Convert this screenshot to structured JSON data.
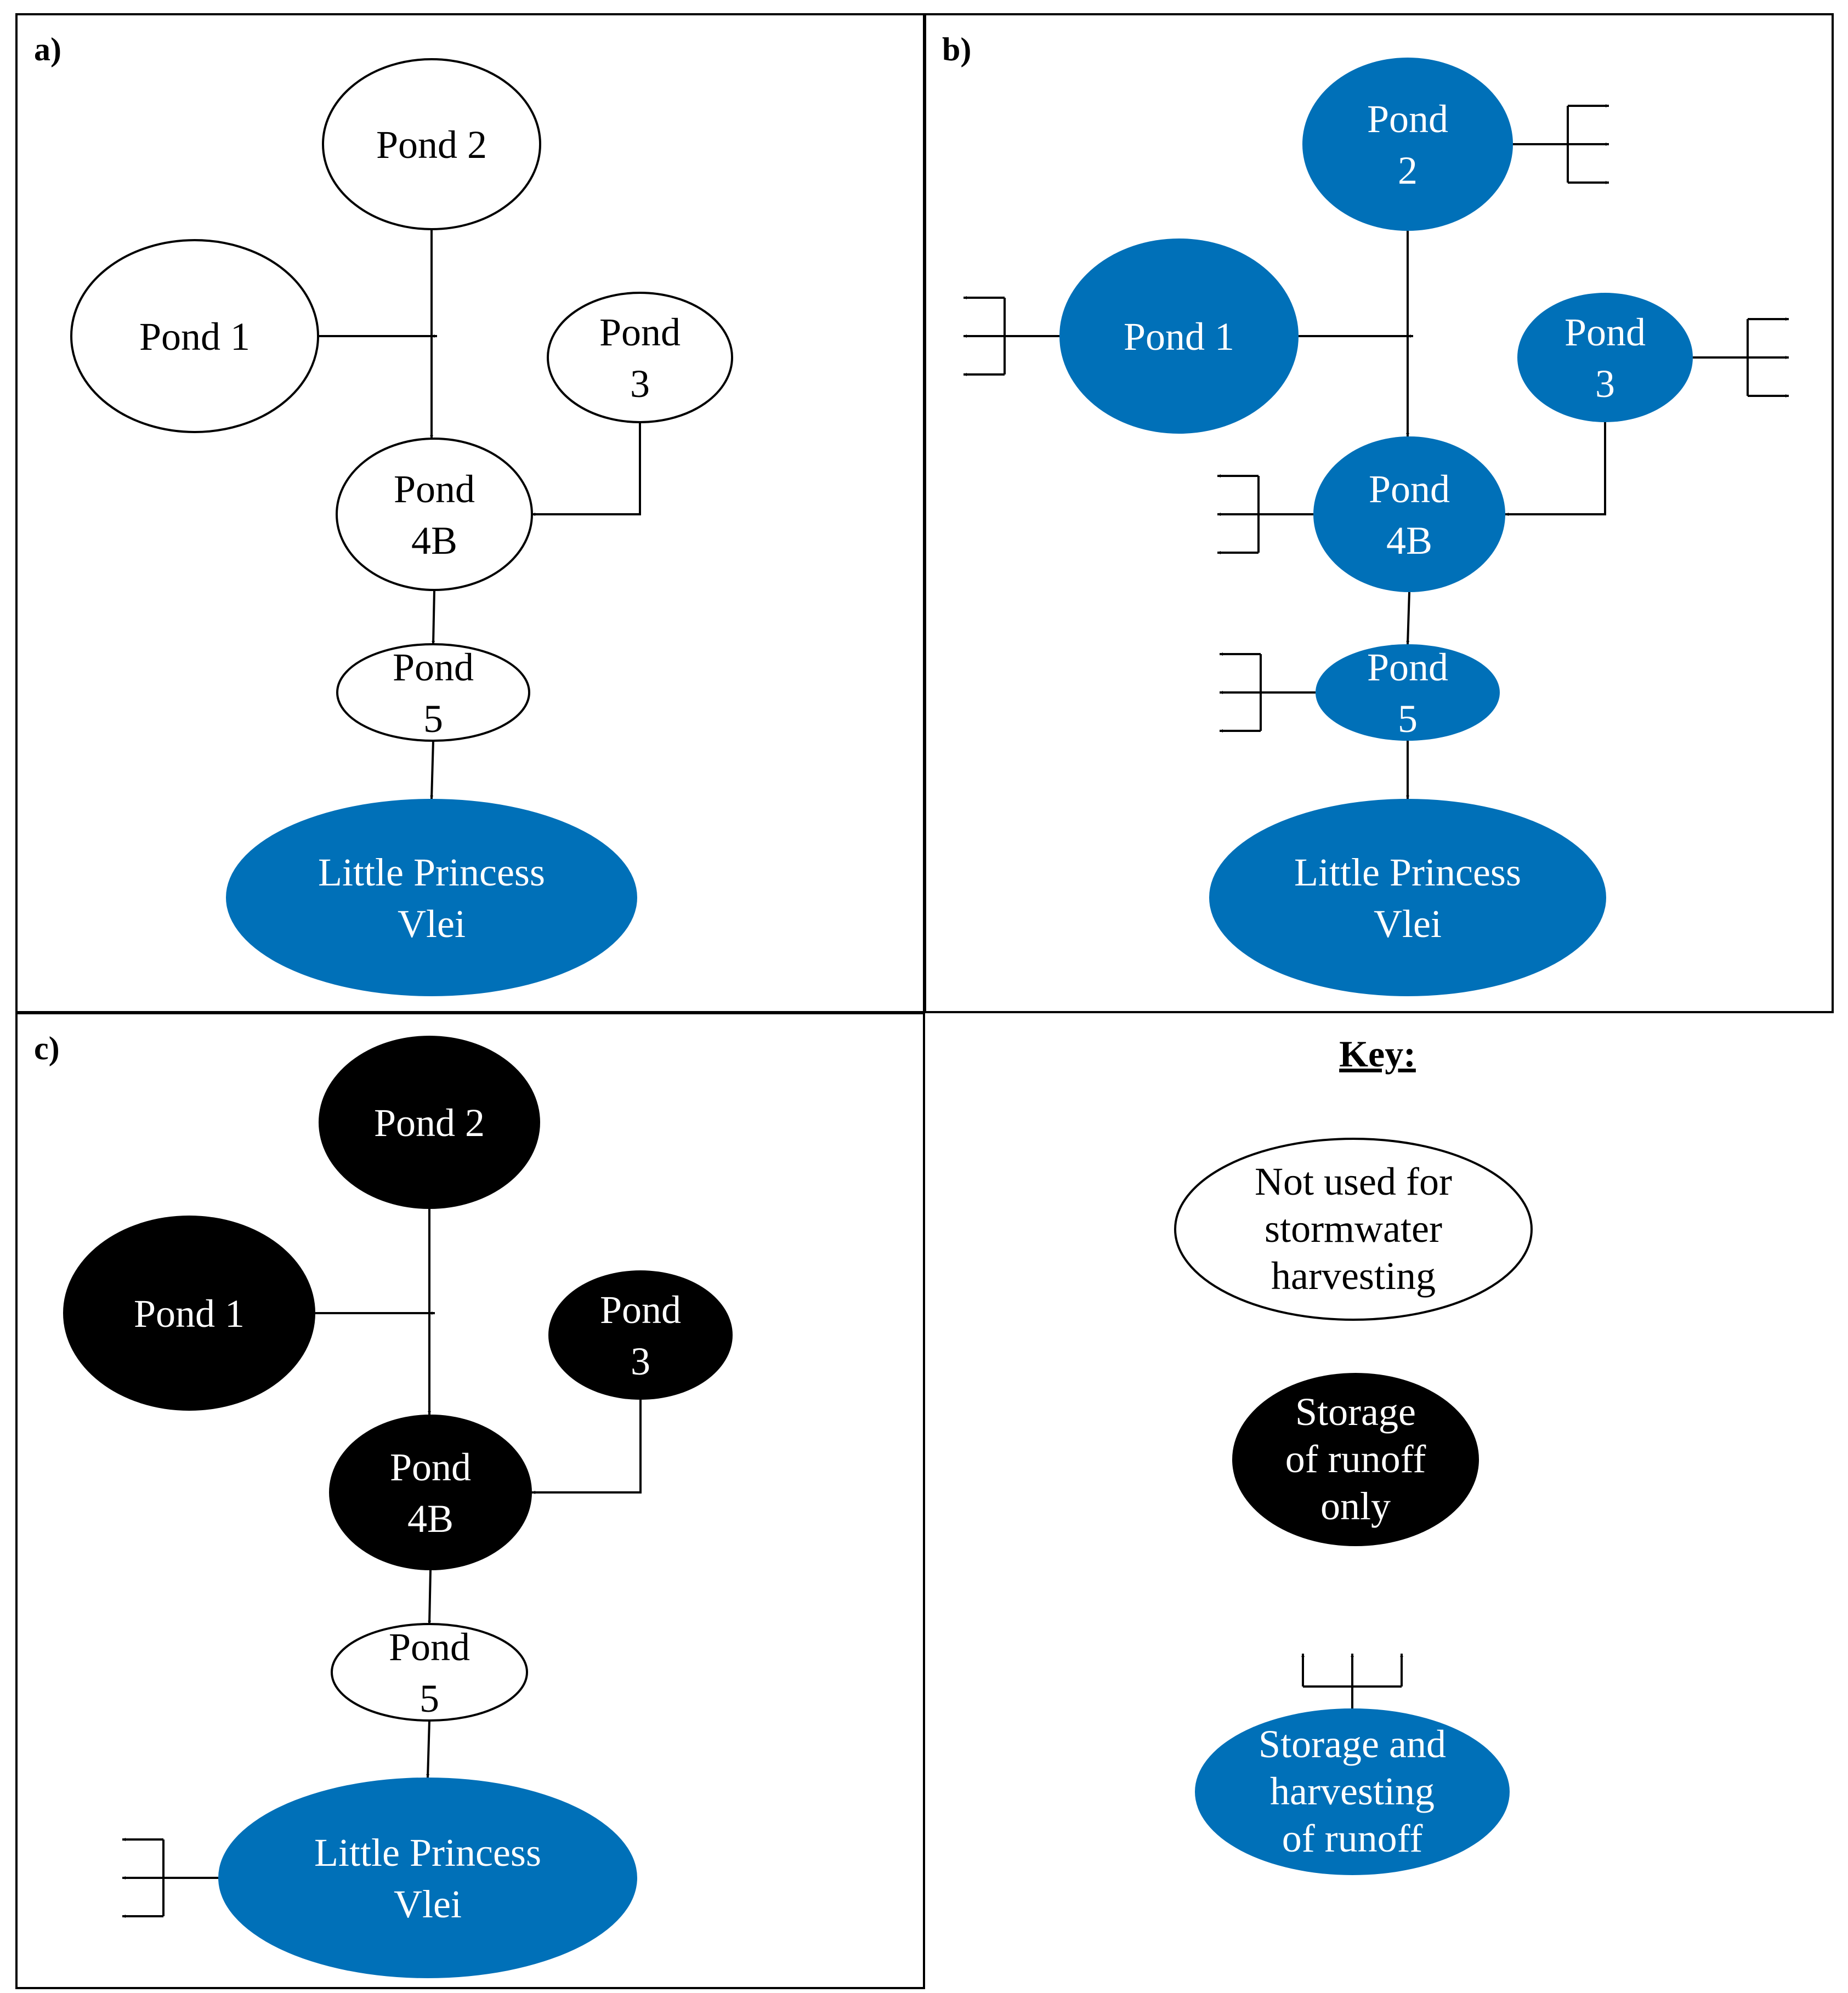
{
  "colors": {
    "white": "#ffffff",
    "black": "#000000",
    "blue": "#0070b8"
  },
  "panels": [
    {
      "label": "a)",
      "nodes": [
        {
          "id": "pond2",
          "lines": [
            "Pond 2"
          ],
          "fill": "white"
        },
        {
          "id": "pond1",
          "lines": [
            "Pond 1"
          ],
          "fill": "white"
        },
        {
          "id": "pond3",
          "lines": [
            "Pond",
            "3"
          ],
          "fill": "white"
        },
        {
          "id": "pond4b",
          "lines": [
            "Pond",
            "4B"
          ],
          "fill": "white"
        },
        {
          "id": "pond5",
          "lines": [
            "Pond",
            "5"
          ],
          "fill": "white"
        },
        {
          "id": "vlei",
          "lines": [
            "Little Princess",
            "Vlei"
          ],
          "fill": "blue"
        }
      ]
    },
    {
      "label": "b)",
      "nodes": [
        {
          "id": "pond2",
          "lines": [
            "Pond",
            "2"
          ],
          "fill": "blue",
          "harvest": "right"
        },
        {
          "id": "pond1",
          "lines": [
            "Pond 1"
          ],
          "fill": "blue",
          "harvest": "left"
        },
        {
          "id": "pond3",
          "lines": [
            "Pond",
            "3"
          ],
          "fill": "blue",
          "harvest": "right"
        },
        {
          "id": "pond4b",
          "lines": [
            "Pond",
            "4B"
          ],
          "fill": "blue",
          "harvest": "left"
        },
        {
          "id": "pond5",
          "lines": [
            "Pond",
            "5"
          ],
          "fill": "blue",
          "harvest": "left"
        },
        {
          "id": "vlei",
          "lines": [
            "Little Princess",
            "Vlei"
          ],
          "fill": "blue"
        }
      ]
    },
    {
      "label": "c)",
      "nodes": [
        {
          "id": "pond2",
          "lines": [
            "Pond 2"
          ],
          "fill": "black"
        },
        {
          "id": "pond1",
          "lines": [
            "Pond 1"
          ],
          "fill": "black"
        },
        {
          "id": "pond3",
          "lines": [
            "Pond",
            "3"
          ],
          "fill": "black"
        },
        {
          "id": "pond4b",
          "lines": [
            "Pond",
            "4B"
          ],
          "fill": "black"
        },
        {
          "id": "pond5",
          "lines": [
            "Pond",
            "5"
          ],
          "fill": "white"
        },
        {
          "id": "vlei",
          "lines": [
            "Little Princess",
            "Vlei"
          ],
          "fill": "blue",
          "harvest": "left"
        }
      ]
    }
  ],
  "key": {
    "title": "Key:",
    "items": [
      {
        "id": "not-used",
        "lines": [
          "Not used for",
          "stormwater",
          "harvesting"
        ],
        "fill": "white"
      },
      {
        "id": "storage-only",
        "lines": [
          "Storage",
          "of runoff",
          "only"
        ],
        "fill": "black"
      },
      {
        "id": "storage-harvest",
        "lines": [
          "Storage and",
          "harvesting",
          "of runoff"
        ],
        "fill": "blue",
        "harvest": "up"
      }
    ]
  }
}
